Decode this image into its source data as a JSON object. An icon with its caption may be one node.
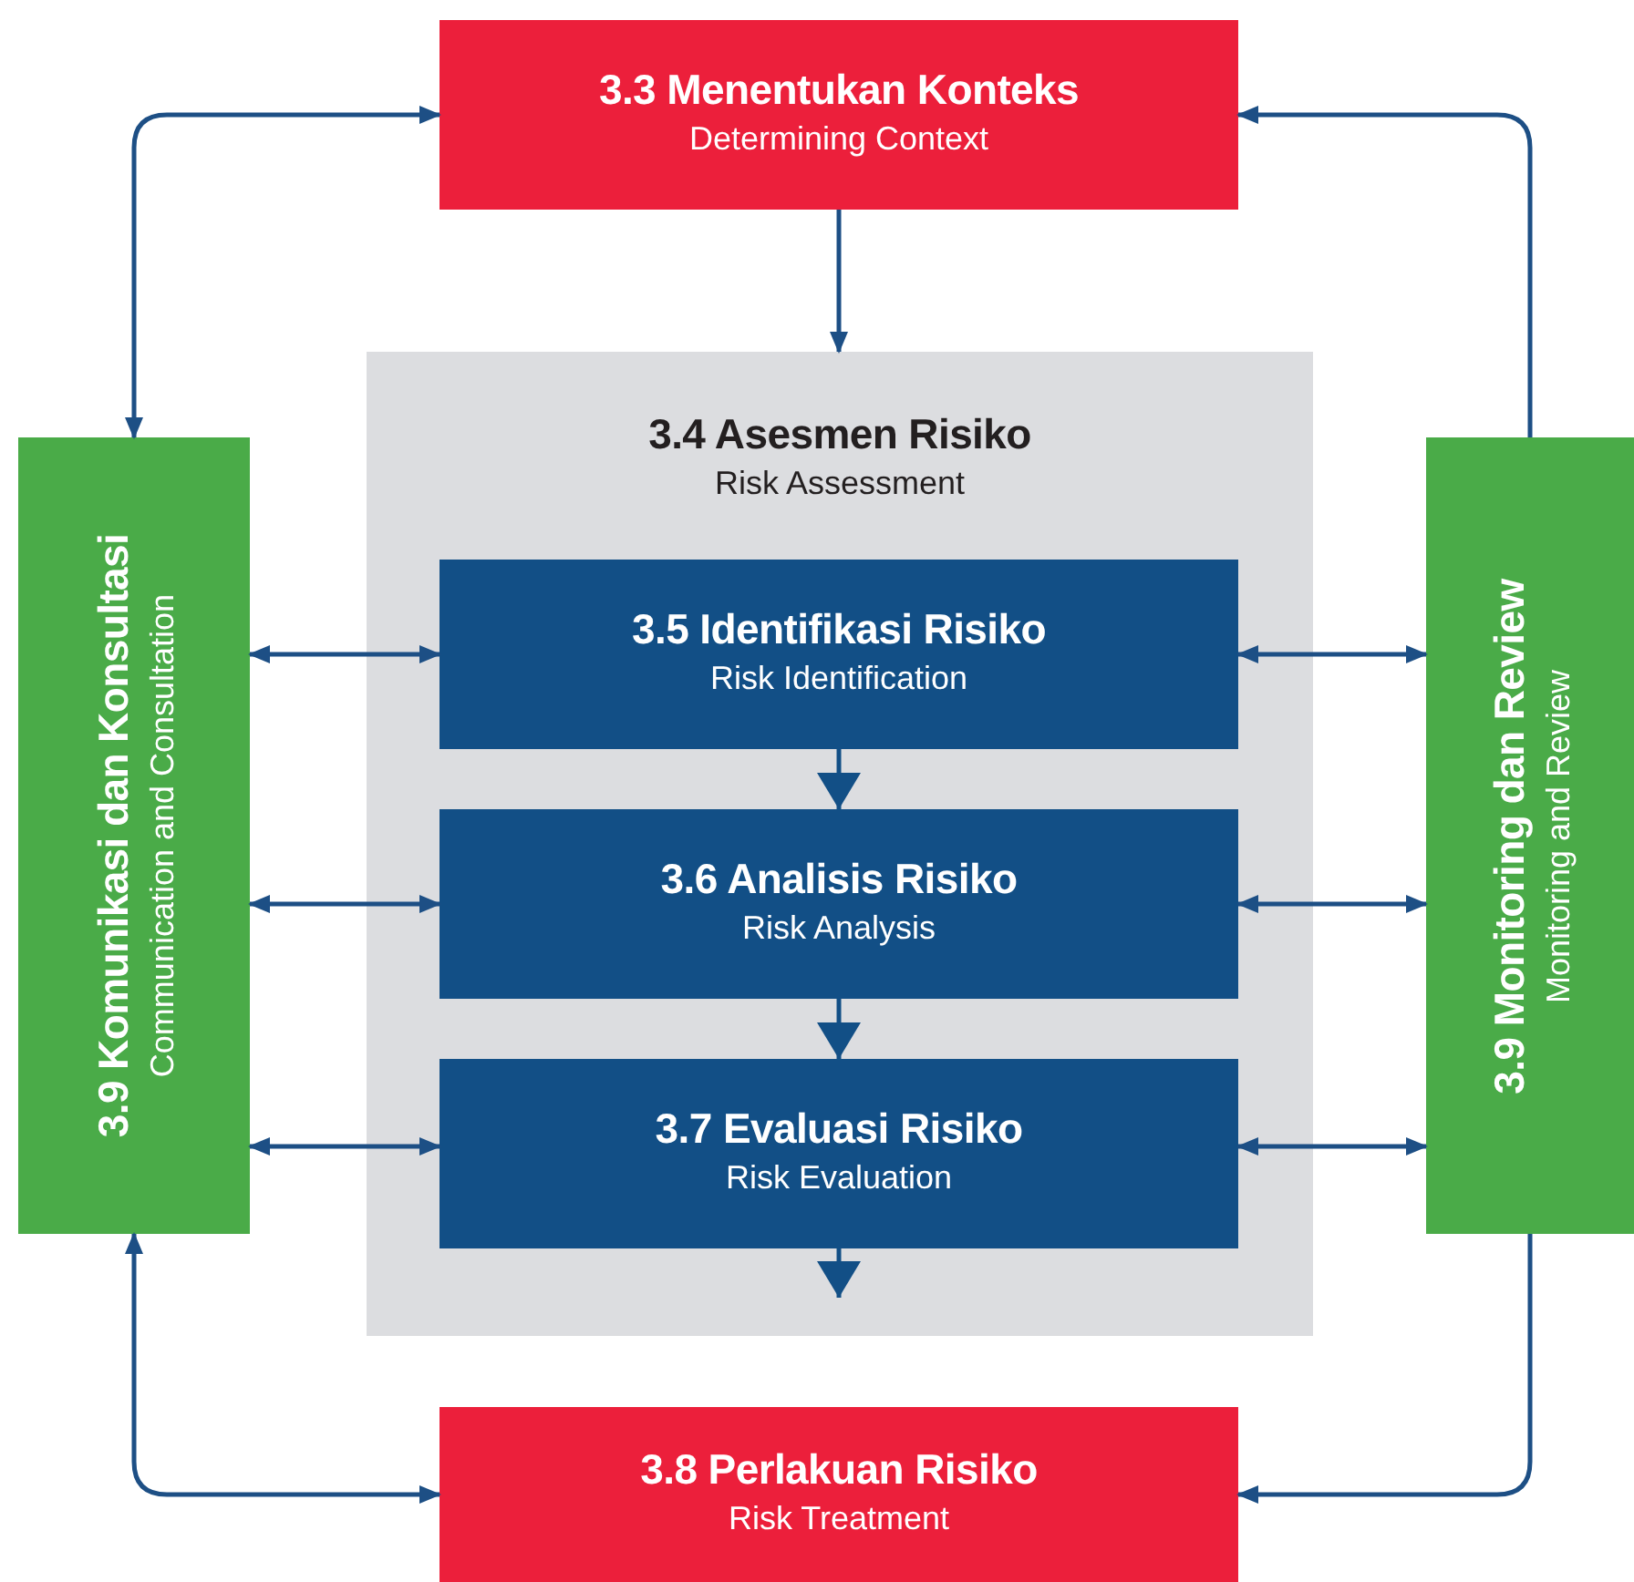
{
  "diagram": {
    "nodes": [
      {
        "text": [
          "3.3 Menentukan Konteks",
          "Determining Context"
        ]
      },
      {
        "text": [
          "3.4 Asesmen Risiko",
          "Risk Assessment"
        ]
      },
      {
        "text": [
          "3.5 Identifikasi Risiko",
          "Risk Identification"
        ],
        "in": 1
      },
      {
        "text": [
          "3.6 Analisis Risiko",
          "Risk Analysis"
        ],
        "in": 1
      },
      {
        "text": [
          "3.7 Evaluasi Risiko",
          "Risk Evaluation"
        ],
        "in": 1
      },
      {
        "text": [
          "3.8 Perlakuan Risiko",
          "Risk Treatment"
        ]
      },
      {
        "text": [
          "3.9 Komunikasi dan Konsultasi",
          "Communication and Consultation"
        ]
      },
      {
        "text": [
          "3.9 Monitoring dan Review",
          "Monitoring and Review"
        ]
      }
    ],
    "edges": [
      {
        "from": 0,
        "to": 1,
        "arrow": "to"
      },
      {
        "from": 2,
        "to": 3,
        "arrow": "to"
      },
      {
        "from": 3,
        "to": 4,
        "arrow": "to"
      },
      {
        "from": 4,
        "to": null,
        "arrow": "to"
      },
      {
        "from": 6,
        "to": 2,
        "arrow": "both"
      },
      {
        "from": 6,
        "to": 3,
        "arrow": "both"
      },
      {
        "from": 6,
        "to": 4,
        "arrow": "both"
      },
      {
        "from": 2,
        "to": 7,
        "arrow": "both"
      },
      {
        "from": 3,
        "to": 7,
        "arrow": "both"
      },
      {
        "from": 4,
        "to": 7,
        "arrow": "both"
      },
      {
        "from": 6,
        "to": 0,
        "arrow": "both"
      },
      {
        "from": 7,
        "to": 0,
        "arrow": "to"
      },
      {
        "from": 6,
        "to": 5,
        "arrow": "both"
      },
      {
        "from": 7,
        "to": 5,
        "arrow": "to"
      }
    ]
  }
}
